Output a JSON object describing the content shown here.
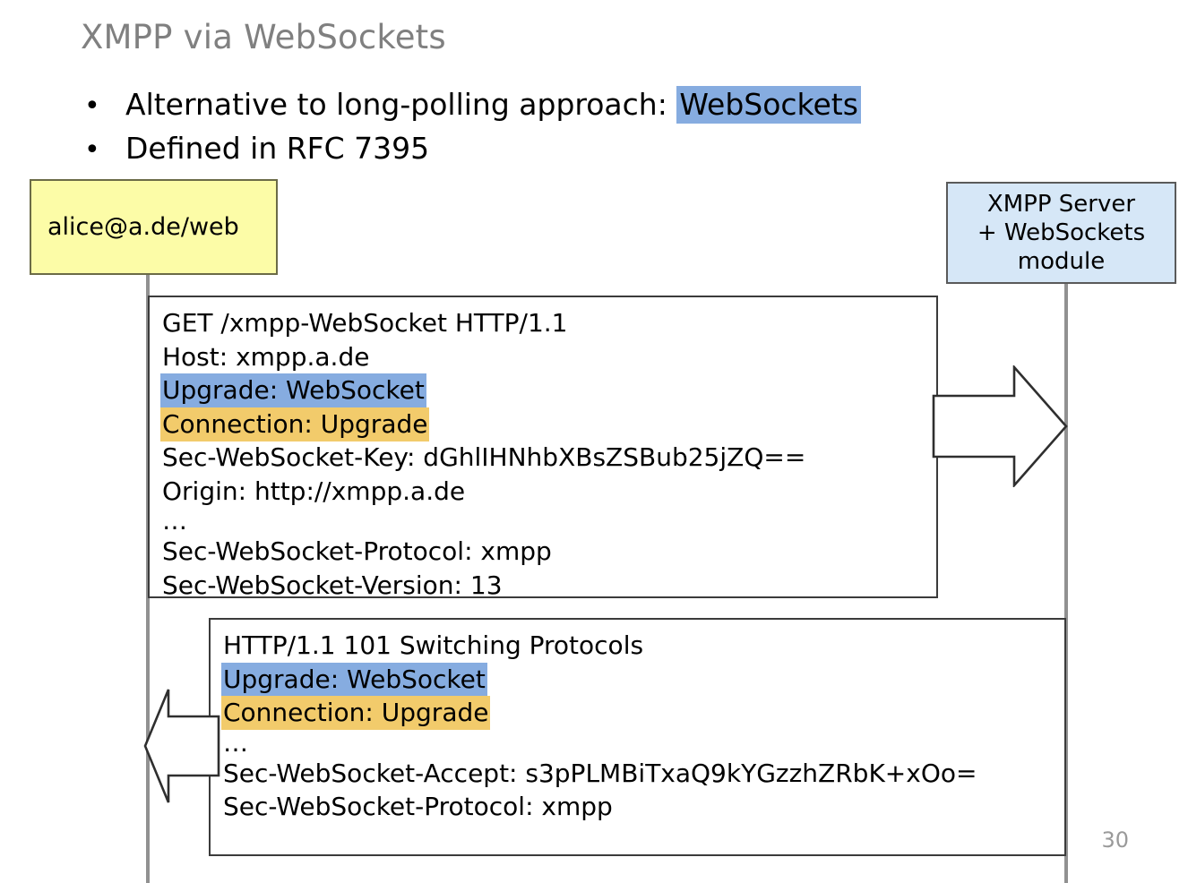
{
  "slide": {
    "title": "XMPP via WebSockets",
    "page_number": "30",
    "bullets": [
      {
        "marker": "•",
        "text_before": "Alternative to long-polling approach: ",
        "highlight": "WebSockets"
      },
      {
        "marker": "•",
        "text_before": "Defined in RFC 7395",
        "highlight": ""
      }
    ]
  },
  "diagram": {
    "type": "sequence-diagram",
    "client": {
      "label": "alice@a.de/web",
      "fill": "#FCFCA7"
    },
    "server": {
      "lines": [
        "XMPP Server",
        "+ WebSockets",
        "module"
      ],
      "fill": "#D6E7F7"
    },
    "arrows": [
      {
        "name": "request-arrow",
        "direction": "right"
      },
      {
        "name": "response-arrow",
        "direction": "left"
      }
    ],
    "request": {
      "name": "http-upgrade-request",
      "lines": [
        {
          "text": "GET /xmpp-WebSocket HTTP/1.1",
          "highlight": "none"
        },
        {
          "text": "Host: xmpp.a.de",
          "highlight": "none"
        },
        {
          "text": "Upgrade: WebSocket",
          "highlight": "blue"
        },
        {
          "text": "Connection: Upgrade",
          "highlight": "amber"
        },
        {
          "text": "Sec-WebSocket-Key: dGhlIHNhbXBsZSBub25jZQ==",
          "highlight": "none"
        },
        {
          "text": "Origin: http://xmpp.a.de",
          "highlight": "none"
        },
        {
          "text": "…",
          "highlight": "none"
        },
        {
          "text": "Sec-WebSocket-Protocol: xmpp",
          "highlight": "none"
        },
        {
          "text": "Sec-WebSocket-Version: 13",
          "highlight": "none"
        }
      ]
    },
    "response": {
      "name": "http-101-response",
      "lines": [
        {
          "text": "HTTP/1.1 101 Switching Protocols",
          "highlight": "none"
        },
        {
          "text": "Upgrade: WebSocket",
          "highlight": "blue"
        },
        {
          "text": "Connection: Upgrade",
          "highlight": "amber"
        },
        {
          "text": "…",
          "highlight": "none"
        },
        {
          "text": "Sec-WebSocket-Accept: s3pPLMBiTxaQ9kYGzzhZRbK+xOo=",
          "highlight": "none"
        },
        {
          "text": "Sec-WebSocket-Protocol: xmpp",
          "highlight": "none"
        }
      ]
    }
  },
  "colors": {
    "highlight_blue": "#86ACE0",
    "highlight_amber": "#F2CB6B",
    "client_yellow": "#FCFCA7",
    "server_blue": "#D6E7F7",
    "title_gray": "#808080",
    "lifeline_gray": "#919191",
    "page_number_gray": "#9A9A9A"
  }
}
